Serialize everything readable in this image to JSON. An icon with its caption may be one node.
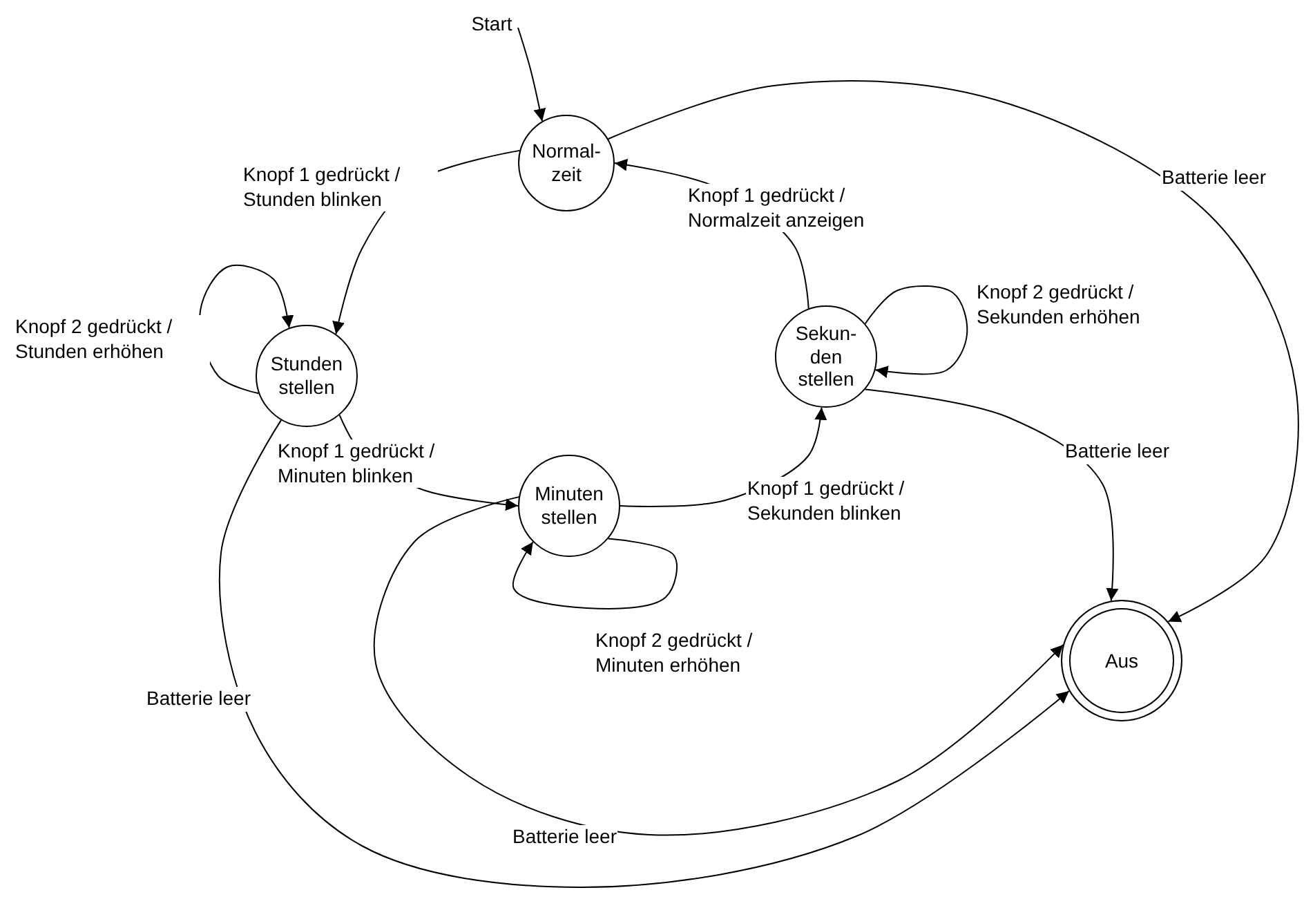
{
  "diagram": {
    "nodes": [
      {
        "text": [
          "Start"
        ]
      },
      {
        "text": [
          "Normal- zeit"
        ]
      },
      {
        "text": [
          "Stunden stellen"
        ]
      },
      {
        "text": [
          "Sekun- den stellen"
        ]
      },
      {
        "text": [
          "Minuten stellen"
        ]
      },
      {
        "text": [
          "Aus"
        ]
      }
    ],
    "edges": [
      {
        "from": 0,
        "to": 1,
        "arrow": "to"
      },
      {
        "from": 1,
        "to": 2,
        "arrow": "to",
        "label": "Knopf 1 gedrückt / Stunden blinken"
      },
      {
        "from": 2,
        "to": 2,
        "arrow": "to",
        "label": "Knopf 2 gedrückt / Stunden erhöhen"
      },
      {
        "from": 2,
        "to": 4,
        "arrow": "to",
        "label": "Knopf 1 gedrückt / Minuten blinken"
      },
      {
        "from": 4,
        "to": 4,
        "arrow": "to",
        "label": "Knopf 2 gedrückt / Minuten erhöhen"
      },
      {
        "from": 4,
        "to": 3,
        "arrow": "to",
        "label": "Knopf 1 gedrückt / Sekunden blinken"
      },
      {
        "from": 3,
        "to": 3,
        "arrow": "to",
        "label": "Knopf 2 gedrückt / Sekunden erhöhen"
      },
      {
        "from": 3,
        "to": 1,
        "arrow": "to",
        "label": "Knopf 1 gedrückt / Normalzeit anzeigen"
      },
      {
        "from": 1,
        "to": 5,
        "arrow": "to",
        "label": "Batterie leer"
      },
      {
        "from": 3,
        "to": 5,
        "arrow": "to",
        "label": "Batterie leer"
      },
      {
        "from": 4,
        "to": 5,
        "arrow": "to",
        "label": "Batterie leer"
      },
      {
        "from": 2,
        "to": 5,
        "arrow": "to",
        "label": "Batterie leer"
      }
    ]
  }
}
